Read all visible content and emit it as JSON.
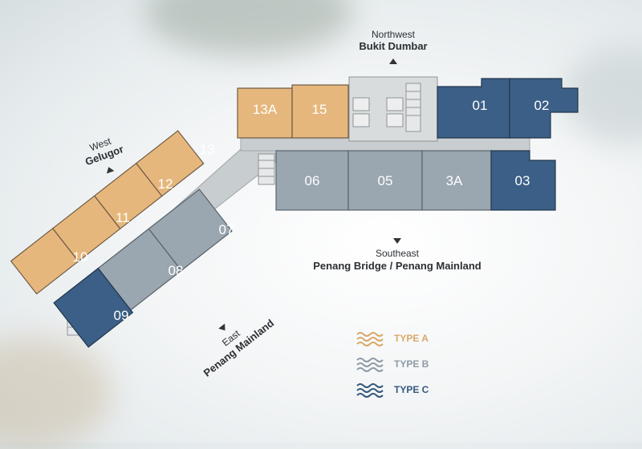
{
  "directions": {
    "northwest": {
      "line1": "Northwest",
      "line2": "Bukit Dumbar"
    },
    "west": {
      "line1": "West",
      "line2": "Gelugor"
    },
    "southeast": {
      "line1": "Southeast",
      "line2": "Penang Bridge / Penang Mainland"
    },
    "east": {
      "line1": "East",
      "line2": "Penang Mainland"
    }
  },
  "units": {
    "u13a": "13A",
    "u15": "15",
    "u01": "01",
    "u02": "02",
    "u03": "03",
    "u06": "06",
    "u05": "05",
    "u3a": "3A",
    "u13": "13",
    "u12": "12",
    "u11": "11",
    "u10": "10",
    "u07": "07",
    "u08": "08",
    "u09": "09"
  },
  "unit_types": {
    "u13a": "A",
    "u15": "A",
    "u13": "A",
    "u12": "A",
    "u11": "A",
    "u10": "A",
    "u06": "B",
    "u05": "B",
    "u3a": "B",
    "u07": "B",
    "u08": "B",
    "u01": "C",
    "u02": "C",
    "u03": "C",
    "u09": "C"
  },
  "legend": [
    {
      "label": "TYPE A",
      "color": "#d9a86a"
    },
    {
      "label": "TYPE B",
      "color": "#8e9ba6"
    },
    {
      "label": "TYPE C",
      "color": "#35577d"
    }
  ],
  "colors": {
    "type_a": "#e6b77c",
    "type_b": "#9aa6b0",
    "type_c": "#3b5f86",
    "corridor": "#c8cdd0",
    "core": "#d9dcdd"
  }
}
